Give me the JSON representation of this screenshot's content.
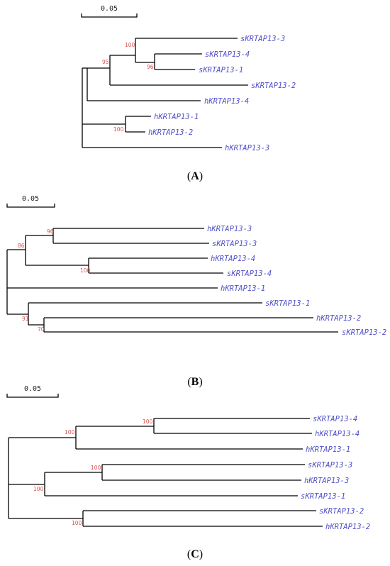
{
  "colors": {
    "leaf": "#5050c8",
    "bootstrap": "#d9534f",
    "branch": "#000000"
  },
  "panels": [
    {
      "id": "A",
      "label": "A",
      "scale_label": "0.05",
      "leaves": [
        "sKRTAP13-3",
        "sKRTAP13-4",
        "sKRTAP13-1",
        "sKRTAP13-2",
        "hKRTAP13-4",
        "hKRTAP13-1",
        "hKRTAP13-2",
        "hKRTAP13-3"
      ],
      "bootstrap": [
        "100",
        "95",
        "96",
        "100"
      ]
    },
    {
      "id": "B",
      "label": "B",
      "scale_label": "0.05",
      "leaves": [
        "hKRTAP13-3",
        "sKRTAP13-3",
        "hKRTAP13-4",
        "sKRTAP13-4",
        "hKRTAP13-1",
        "sKRTAP13-1",
        "hKRTAP13-2",
        "sKRTAP13-2"
      ],
      "bootstrap": [
        "96",
        "86",
        "100",
        "91",
        "70"
      ]
    },
    {
      "id": "C",
      "label": "C",
      "scale_label": "0.05",
      "leaves": [
        "sKRTAP13-4",
        "hKRTAP13-4",
        "hKRTAP13-1",
        "sKRTAP13-3",
        "hKRTAP13-3",
        "sKRTAP13-1",
        "sKRTAP13-2",
        "hKRTAP13-2"
      ],
      "bootstrap": [
        "100",
        "100",
        "100",
        "100",
        "100"
      ]
    }
  ]
}
